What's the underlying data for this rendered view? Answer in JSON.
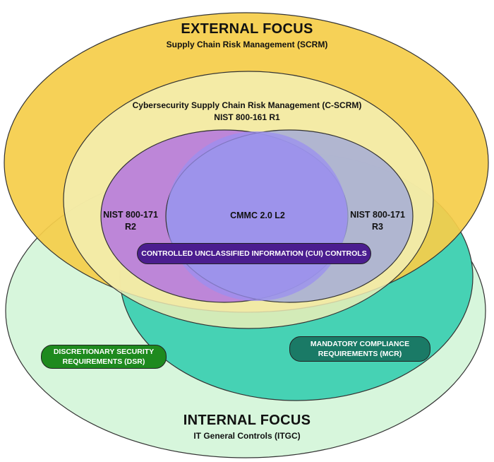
{
  "external": {
    "title": "EXTERNAL FOCUS",
    "subtitle": "Supply Chain Risk Management (SCRM)",
    "color": "#f5ce4a"
  },
  "cscrm": {
    "line1": "Cybersecurity Supply Chain Risk Management (C-SCRM)",
    "line2": "NIST 800-161 R1",
    "color": "#f3f0b8"
  },
  "internal": {
    "title": "INTERNAL FOCUS",
    "subtitle": "IT General Controls (ITGC)",
    "color": "#d7f6dc"
  },
  "nist_r2": {
    "line1": "NIST 800-171",
    "line2": "R2",
    "color": "#bd86d8"
  },
  "nist_r3": {
    "line1": "NIST 800-171",
    "line2": "R3",
    "color": "#aab0de"
  },
  "cmmc": {
    "label": "CMMC 2.0 L2",
    "color": "#9b8ff0"
  },
  "cui": {
    "label": "CONTROLLED UNCLASSIFIED INFORMATION (CUI) CONTROLS",
    "color": "#4b1d8f"
  },
  "dsr": {
    "line1": "DISCRETIONARY SECURITY",
    "line2": "REQUIREMENTS (DSR)",
    "color": "#1e8a1e"
  },
  "mcr": {
    "line1": "MANDATORY COMPLIANCE",
    "line2": "REQUIREMENTS (MCR)",
    "color": "#1a7a66"
  },
  "mandatory_zone_color": "#46d2b4"
}
